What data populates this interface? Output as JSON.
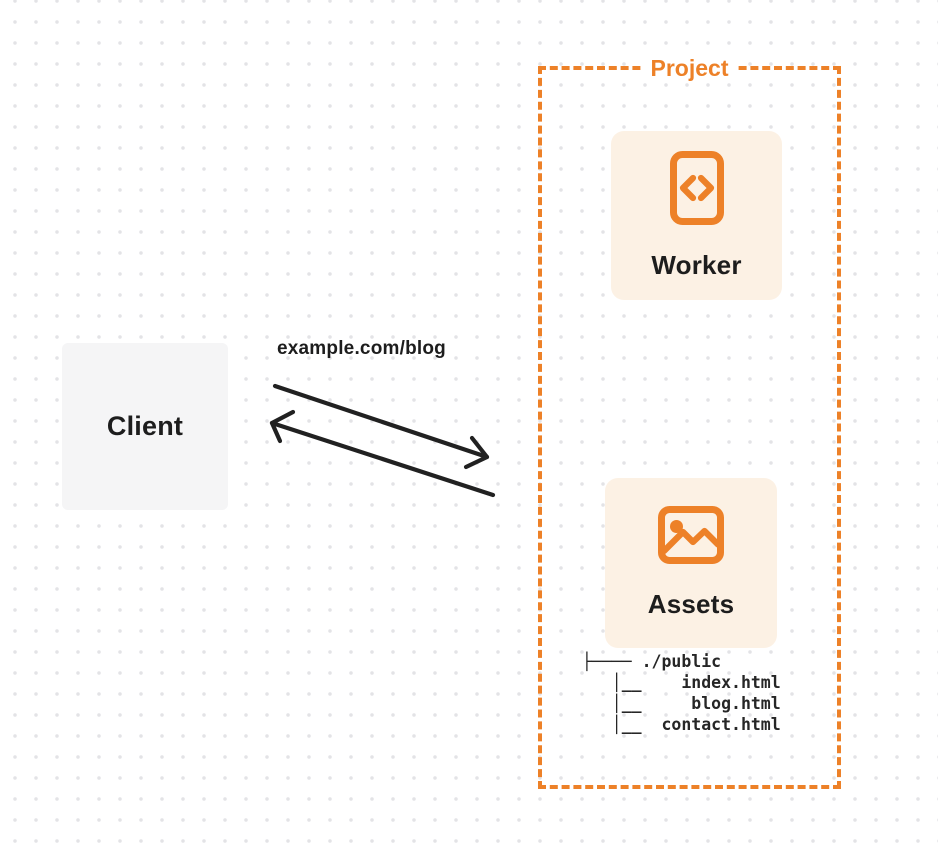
{
  "colors": {
    "accent": "#ED8128",
    "card_bg": "#FCF1E4",
    "client_bg": "#F5F5F6",
    "arrow": "#212121",
    "text_dark": "#1D1D1D",
    "dot_grid": "#E3E3E6",
    "background": "#FFFFFF"
  },
  "diagram": {
    "request_label": "example.com/blog",
    "client": {
      "label": "Client"
    },
    "project": {
      "title": "Project",
      "worker": {
        "label": "Worker",
        "icon": "code-file-icon"
      },
      "assets": {
        "label": "Assets",
        "icon": "image-icon",
        "file_tree": [
          "├──── ./public",
          "   │__    index.html",
          "   │__     blog.html",
          "   │__  contact.html"
        ]
      }
    }
  }
}
